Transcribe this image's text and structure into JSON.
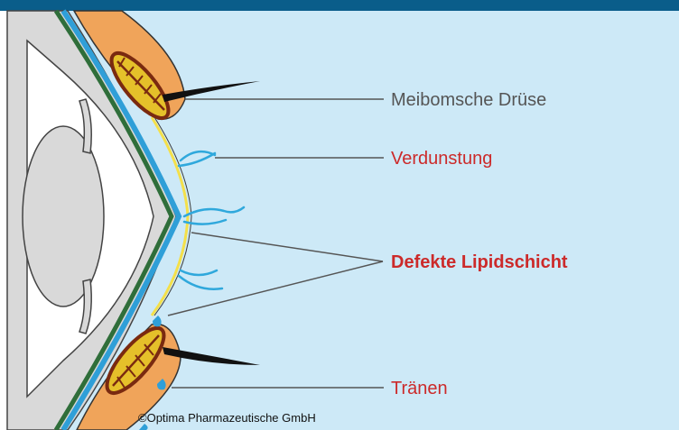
{
  "labels": {
    "meibom": "Meibomsche Drüse",
    "evaporation": "Verdunstung",
    "lipid": "Defekte Lipidschicht",
    "tears": "Tränen"
  },
  "copyright": "©Optima Pharmazeutische GmbH",
  "colors": {
    "header_bar": "#0a5d8a",
    "background": "#cde9f7",
    "label_gray": "#555555",
    "label_red": "#cc2a2a",
    "gland_fill": "#f0a45a",
    "eye_gray": "#d9d9d9",
    "lipid_yellow": "#f4e04a",
    "green_layer": "#2f6e3a",
    "blue_layer": "#2f9fd8"
  }
}
